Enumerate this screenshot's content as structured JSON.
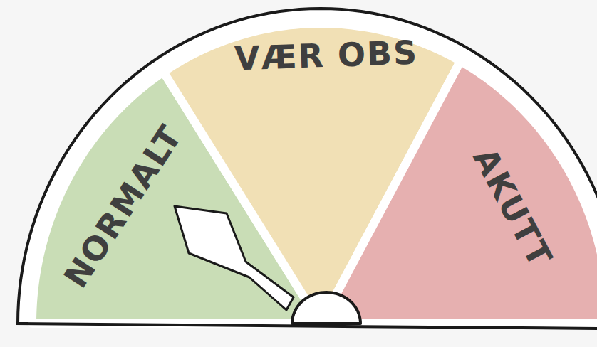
{
  "diagram": {
    "nodes": [
      {
        "text": [
          "NORMALT"
        ]
      },
      {
        "text": [
          "VÆR OBS"
        ]
      },
      {
        "text": [
          "AKUTT"
        ]
      }
    ]
  }
}
